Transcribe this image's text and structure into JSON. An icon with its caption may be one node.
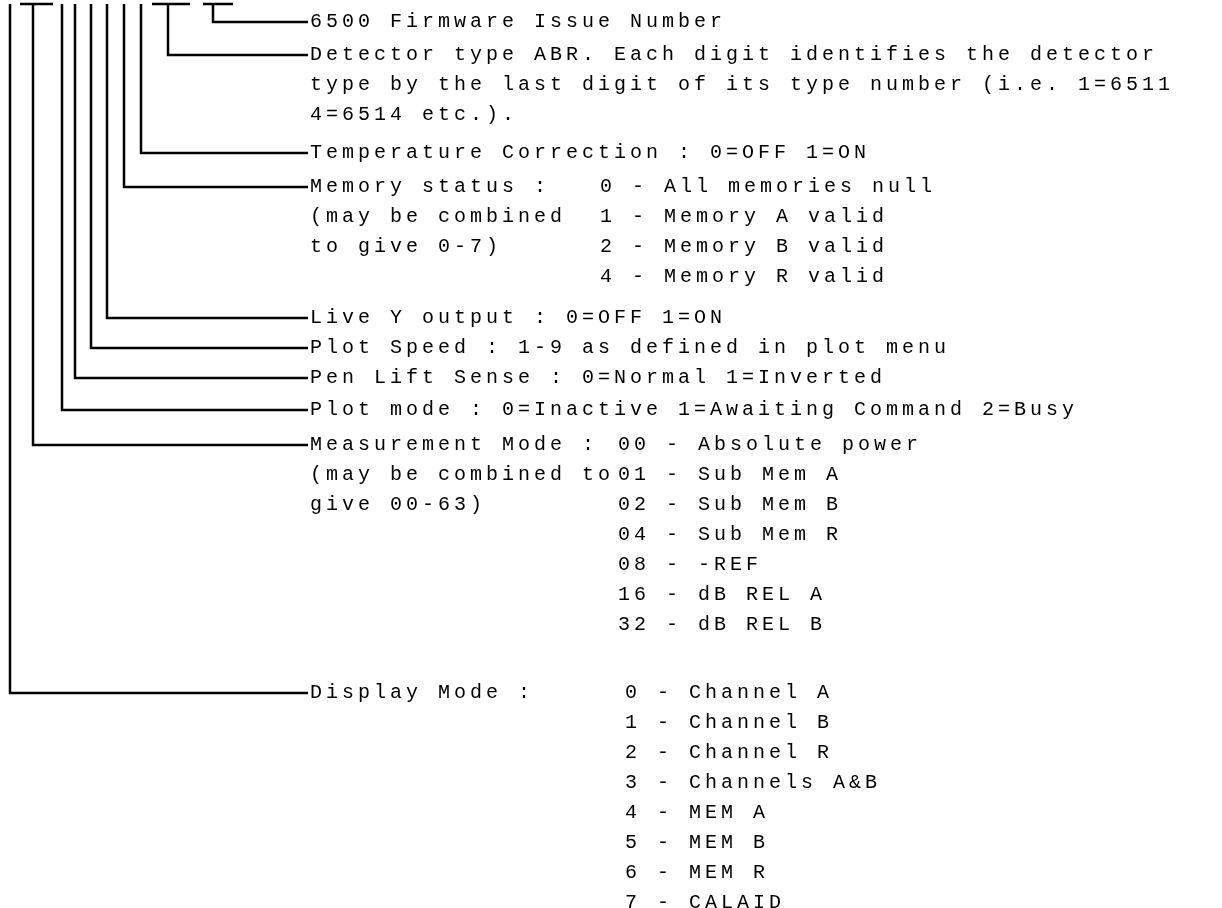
{
  "diagram": {
    "nodes": [
      {
        "text": [
          "6500 Firmware Issue Number"
        ]
      },
      {
        "text": [
          "Detector type ABR. Each digit identifies the detector type by the last digit of its type number (i.e. 1=6511 4=6514 etc.)."
        ]
      },
      {
        "text": [
          "Temperature Correction : 0=OFF 1=ON"
        ]
      },
      {
        "text": [
          "Memory status :",
          "(may be combined to give 0-7)"
        ],
        "beside": [
          "0 - All memories null",
          "1 - Memory A valid",
          "2 - Memory B valid",
          "4 - Memory R valid"
        ]
      },
      {
        "text": [
          "Live Y output : 0=OFF 1=ON"
        ]
      },
      {
        "text": [
          "Plot Speed : 1-9 as defined in plot menu"
        ]
      },
      {
        "text": [
          "Pen Lift Sense : 0=Normal 1=Inverted"
        ]
      },
      {
        "text": [
          "Plot mode : 0=Inactive 1=Awaiting Command 2=Busy"
        ]
      },
      {
        "text": [
          "Measurement Mode :",
          "(may be combined to give 00-63)"
        ],
        "beside": [
          "00 - Absolute power",
          "01 - Sub Mem A",
          "02 - Sub Mem B",
          "04 - Sub Mem R",
          "08 - -REF",
          "16 - dB REL A",
          "32 - dB REL B"
        ]
      },
      {
        "text": [
          "Display Mode :"
        ],
        "beside": [
          "0 - Channel A",
          "1 - Channel B",
          "2 - Channel R",
          "3 - Channels A&B",
          "4 - MEM A",
          "5 - MEM B",
          "6 - MEM R",
          "7 - CALAID"
        ]
      }
    ],
    "edges": [
      {
        "from": 0,
        "to": null,
        "arrow": "none"
      },
      {
        "from": 1,
        "to": null,
        "arrow": "none"
      },
      {
        "from": 2,
        "to": null,
        "arrow": "none"
      },
      {
        "from": 3,
        "to": null,
        "arrow": "none"
      },
      {
        "from": 4,
        "to": null,
        "arrow": "none"
      },
      {
        "from": 5,
        "to": null,
        "arrow": "none"
      },
      {
        "from": 6,
        "to": null,
        "arrow": "none"
      },
      {
        "from": 7,
        "to": null,
        "arrow": "none"
      },
      {
        "from": 8,
        "to": null,
        "arrow": "none"
      },
      {
        "from": 9,
        "to": null,
        "arrow": "none"
      }
    ]
  }
}
